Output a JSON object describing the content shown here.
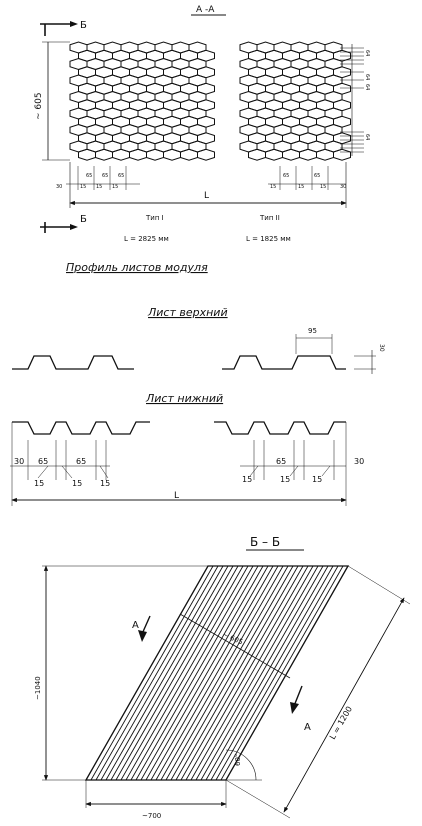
{
  "section_aa": {
    "title": "А -А",
    "dim_height": "~ 605",
    "arrow_b": "Б",
    "left_dims": [
      "30",
      "15",
      "65",
      "15",
      "65",
      "15",
      "65"
    ],
    "right_dims": [
      "15",
      "65",
      "15",
      "65",
      "15",
      "30"
    ],
    "right_pitch": "64",
    "dim_length": "L",
    "type1_label": "Тип I",
    "type1_length": "L  =  2825  мм",
    "type2_label": "Тип II",
    "type2_length": "L  =  1825  мм"
  },
  "profile": {
    "title": "Профиль листов модуля",
    "upper_sheet": "Лист верхний",
    "lower_sheet": "Лист нижний",
    "dim_95": "95",
    "dim_30_right": "30",
    "left_dims": [
      "30",
      "65",
      "65",
      "15",
      "15",
      "15"
    ],
    "right_dims": [
      "15",
      "65",
      "15",
      "15",
      "30"
    ],
    "dim_length": "L"
  },
  "section_bb": {
    "title": "Б  –  Б",
    "height": "~1040",
    "width": "~700",
    "length": "L  =  1200",
    "width_605": "~ 605",
    "angle": "60°",
    "arrow_a": "А"
  }
}
